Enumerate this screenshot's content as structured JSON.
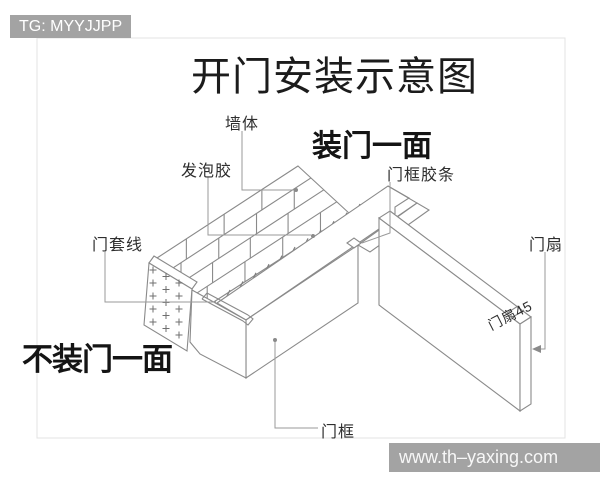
{
  "title": "开门安装示意图",
  "watermarks": {
    "telegram": "TG: MYYJJPP",
    "website": "www.th–yaxing.com"
  },
  "side_labels": {
    "door_side": "装门一面",
    "no_door_side": "不装门一面"
  },
  "callouts": {
    "wall": "墙体",
    "foam": "发泡胶",
    "frame_seal": "门框胶条",
    "casing": "门套线",
    "door_leaf": "门扇",
    "door_leaf_45": "门扇45",
    "door_frame": "门框"
  },
  "colors": {
    "diagram_line": "#8a8a8a",
    "leader_line": "#999999",
    "label_text": "#2e2e2e",
    "title_text": "#1c1c1c",
    "watermark_bg": "#a3a3a3",
    "watermark_text": "#ffffff",
    "background": "#ffffff"
  }
}
